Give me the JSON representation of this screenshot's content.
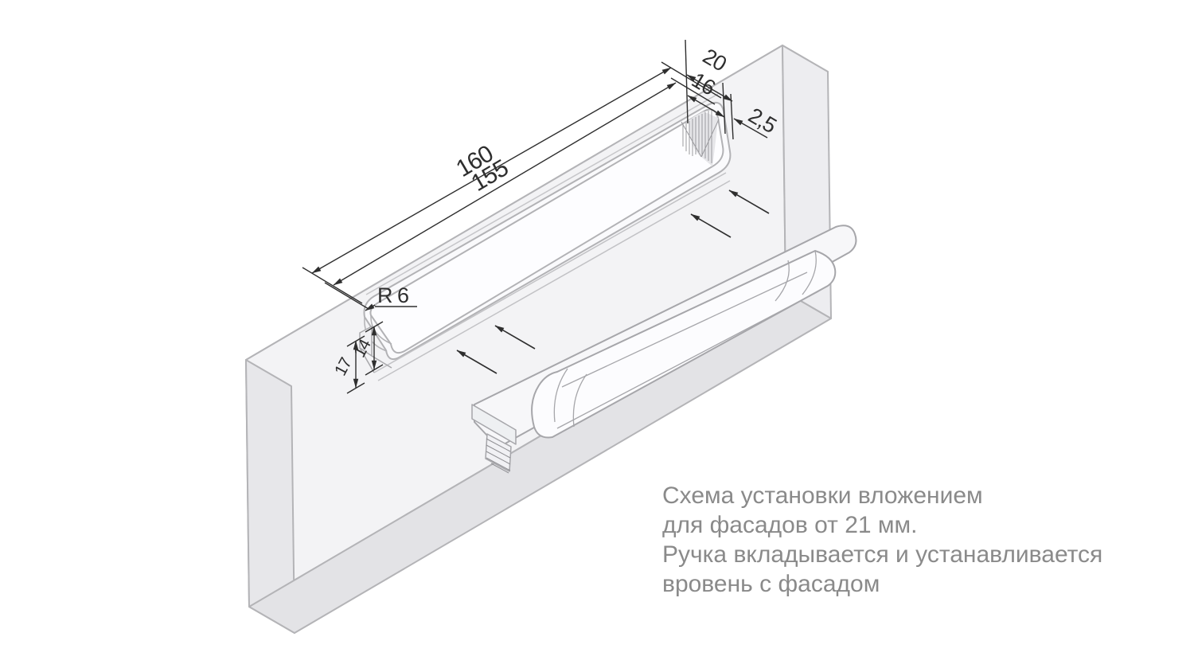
{
  "diagram": {
    "dimensions": {
      "outer_length": "160",
      "inner_length": "155",
      "outer_width": "20",
      "inner_width": "16",
      "edge_offset": "2,5",
      "corner_radius": "R 6",
      "outer_depth": "17",
      "inner_depth": "14"
    },
    "note": {
      "lines": [
        "Схема установки вложением",
        "для фасадов от 21 мм.",
        "Ручка вкладывается и устанавливается",
        "вровень с фасадом"
      ]
    },
    "colors": {
      "dimension_line": "#2e2e2e",
      "panel_edge": "#b3b3b6",
      "panel_face": "#f3f3f5",
      "note_text": "#8a8a8a",
      "background": "#ffffff"
    }
  }
}
